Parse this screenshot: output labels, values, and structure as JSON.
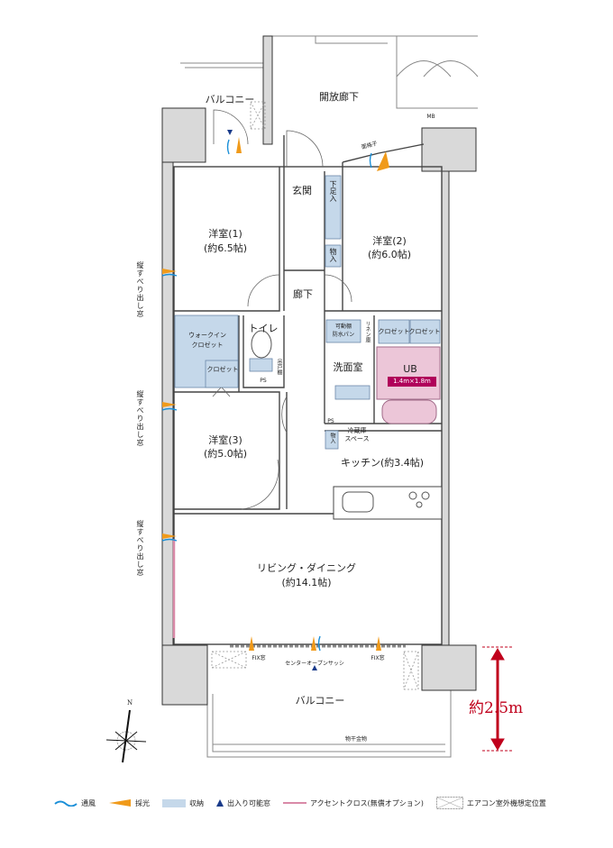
{
  "rooms": {
    "balcony_top": "バルコニー",
    "open_corridor": "開放廊下",
    "mb": "MB",
    "grille": "面格子",
    "entrance": "玄関",
    "shoe_storage": "下足入",
    "storage": "物入",
    "western1": {
      "name": "洋室(1)",
      "size": "(約6.5帖)"
    },
    "western2": {
      "name": "洋室(2)",
      "size": "(約6.0帖)"
    },
    "western3": {
      "name": "洋室(3)",
      "size": "(約5.0帖)"
    },
    "hallway": "廊下",
    "walkin_closet": [
      "ウォークイン",
      "クロゼット"
    ],
    "closet": "クロゼット",
    "toilet": "トイレ",
    "hanging_shelf": "吊戸棚",
    "ps": "PS",
    "movable_shelf": [
      "可動棚",
      "防水パン"
    ],
    "linen": "リネン庫",
    "washroom": "洗面室",
    "ub": "UB",
    "ub_size": "1.4m×1.8m",
    "fridge": [
      "冷蔵庫",
      "スペース"
    ],
    "kitchen": "キッチン(約3.4帖)",
    "living": {
      "name": "リビング・ダイニング",
      "size": "(約14.1帖)"
    },
    "balcony_bottom": "バルコニー",
    "fix_window": "FIX窓",
    "center_open_sash": "センターオープンサッシ",
    "drying_hardware": "物干金物",
    "side_window": "縦すべり出し窓"
  },
  "dimension": "約2.5m",
  "north": "N",
  "legend": [
    {
      "icon": "ventilation",
      "label": "通風",
      "color": "#1a8fd8"
    },
    {
      "icon": "lighting",
      "label": "採光",
      "color": "#f09a1a"
    },
    {
      "icon": "storage",
      "label": "収納",
      "color": "#c5d8ea"
    },
    {
      "icon": "accessible-window",
      "label": "出入り可能窓",
      "color": "#1a3b8a"
    },
    {
      "icon": "accent-cloth",
      "label": "アクセントクロス(無償オプション)",
      "color": "#d98aa8"
    },
    {
      "icon": "ac-outdoor-unit",
      "label": "エアコン室外機想定位置"
    }
  ],
  "colors": {
    "wall": "#d9d9d9",
    "storage": "#c5d8ea",
    "ub": "#ecc6d8",
    "dimension": "#c0001c"
  }
}
